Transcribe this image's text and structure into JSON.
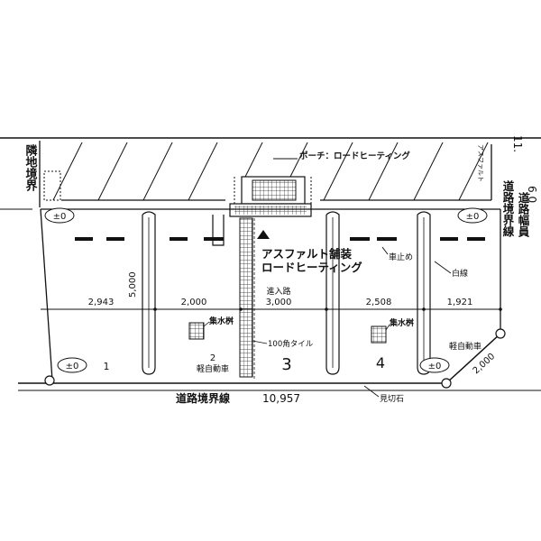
{
  "labels": {
    "porch_heating": "ポーチ：ロードヒーティング",
    "asphalt": "アスファルト",
    "road_width_partial": "11.",
    "road_width_partial2": "6.0",
    "neighbor_boundary_partial": "隣地境界",
    "road_boundary_right": "道路境界線",
    "road_width_right": "道路幅員",
    "asphalt_paving": "アスファルト舗装",
    "road_heating": "ロードヒーティング",
    "car_stop": "車止め",
    "white_line": "白線",
    "driveway": "進入路",
    "drain_a": "集水桝",
    "drain_b": "集水桝",
    "tile_100": "100角タイル",
    "light_car_a": "軽自動車",
    "light_car_b": "軽自動車",
    "road_boundary_bottom": "道路境界線",
    "road_boundary_length": "10,957",
    "curb_partial": "見切石",
    "left_vertical_dim": "5,000",
    "corner_dim": "2,000",
    "level_tl": "±0",
    "level_tr": "±0",
    "level_bl": "±0",
    "level_br": "±0"
  },
  "dimensions": [
    "2,943",
    "2,000",
    "3,000",
    "2,508",
    "1,921"
  ],
  "spaces": [
    "1",
    "2",
    "3",
    "4"
  ]
}
